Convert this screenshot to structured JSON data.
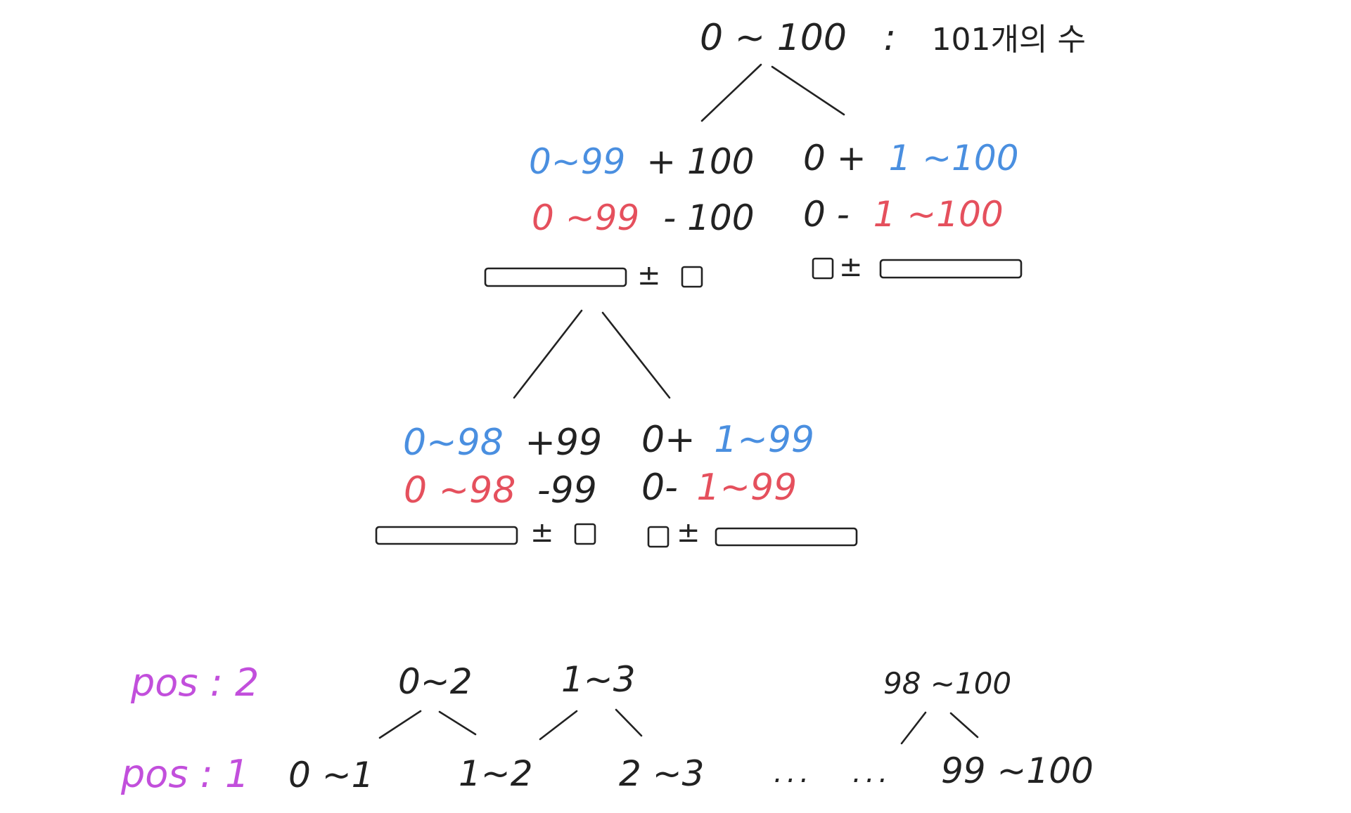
{
  "root": {
    "range": "0 ~ 100",
    "sep": ":",
    "desc": "101개의 수"
  },
  "level2": {
    "left": {
      "line1": {
        "a": "0~99",
        "b": "+ 100"
      },
      "line2": {
        "a": "0 ~99",
        "b": "- 100"
      },
      "pm": "±"
    },
    "right": {
      "line1": {
        "a": "0 +",
        "b": "1 ~100"
      },
      "line2": {
        "a": "0 -",
        "b": "1 ~100"
      },
      "pm": "±"
    }
  },
  "level3": {
    "left": {
      "line1": {
        "a": "0~98",
        "b": "+99"
      },
      "line2": {
        "a": "0 ~98",
        "b": "-99"
      },
      "pm": "±"
    },
    "right": {
      "line1": {
        "a": "0+",
        "b": "1~99"
      },
      "line2": {
        "a": "0-",
        "b": "1~99"
      },
      "pm": "±"
    }
  },
  "bottom": {
    "pos2_label": "pos : 2",
    "pos1_label": "pos : 1",
    "pos2_nodes": [
      "0~2",
      "1~3",
      "98 ~100"
    ],
    "pos1_nodes": [
      "0 ~1",
      "1~2",
      "2 ~3",
      "99 ~100"
    ],
    "ellipsis": [
      "...",
      "..."
    ]
  },
  "colors": {
    "ink": "#222222",
    "blue": "#4a8fe0",
    "red": "#e5505d",
    "purple": "#c24fdc"
  }
}
